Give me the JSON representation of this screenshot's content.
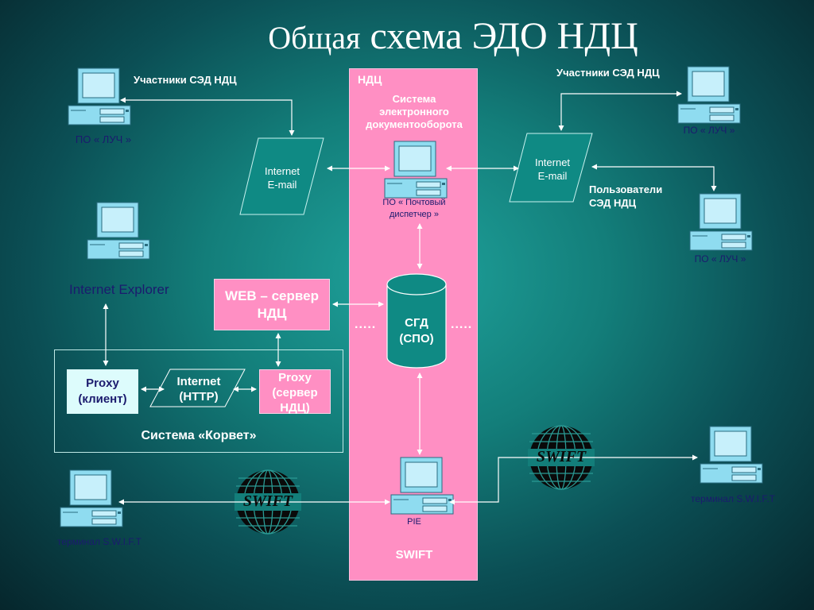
{
  "title": {
    "small": "Общая",
    "large": "схема ЭДО НДЦ"
  },
  "ndc": {
    "label": "НДЦ",
    "sed_system": [
      "Система",
      "электронного",
      "документооборота"
    ],
    "mail_dispatcher": [
      "ПО « Почтовый",
      "диспетчер »"
    ],
    "sgd": [
      "СГД",
      "(СПО)"
    ],
    "pie": "PIE",
    "swift": "SWIFT"
  },
  "left": {
    "participants": "Участники СЭД НДЦ",
    "po_luch": "ПО « ЛУЧ »",
    "internet": [
      "Internet",
      "E-mail"
    ],
    "internet_explorer": "Internet Explorer",
    "web_server": [
      "WEB – сервер",
      "НДЦ"
    ],
    "swift_terminal": "терминал S.W.I.F.T"
  },
  "korvet": {
    "label": "Система «Корвет»",
    "proxy_client": [
      "Proxy",
      "(клиент)"
    ],
    "internet_http": [
      "Internet",
      "(HTTP)"
    ],
    "proxy_server": [
      "Proxy",
      "(сервер",
      "НДЦ)"
    ]
  },
  "right": {
    "participants": "Участники СЭД НДЦ",
    "po_luch_top": "ПО « ЛУЧ »",
    "internet": [
      "Internet",
      "E-mail"
    ],
    "users": [
      "Пользователи",
      "СЭД НДЦ"
    ],
    "po_luch_bottom": "ПО « ЛУЧ »",
    "swift_terminal": "терминал S.W.I.F.T"
  },
  "swift_logo": "SWIFT",
  "dots": ".....",
  "colors": {
    "pink": "#ff8fc3",
    "teal_para": "#0f8a84",
    "computer": "#8fdcf0",
    "arrow": "#ffffff"
  }
}
